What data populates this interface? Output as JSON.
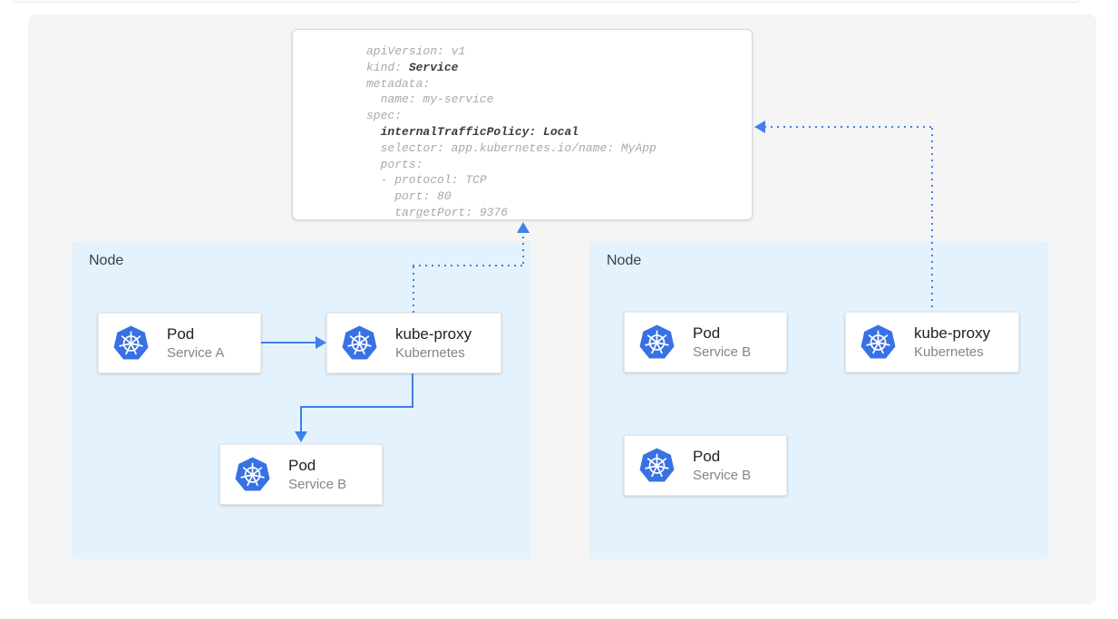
{
  "colors": {
    "accent_blue": "#4080e8",
    "kubernetes_blue": "#3871e3",
    "node_background": "#e3f2fd",
    "canvas_background": "#f5f5f5"
  },
  "code_card": {
    "lines": [
      [
        {
          "t": "apiVersion: v1",
          "b": false
        }
      ],
      [
        {
          "t": "kind: ",
          "b": false
        },
        {
          "t": "Service",
          "b": true
        }
      ],
      [
        {
          "t": "metadata:",
          "b": false
        }
      ],
      [
        {
          "t": "  name: my-service",
          "b": false
        }
      ],
      [
        {
          "t": "spec:",
          "b": false
        }
      ],
      [
        {
          "t": "  ",
          "b": false
        },
        {
          "t": "internalTrafficPolicy: Local",
          "b": true
        }
      ],
      [
        {
          "t": "  selector: app.kubernetes.io/name: MyApp",
          "b": false
        }
      ],
      [
        {
          "t": "  ports:",
          "b": false
        }
      ],
      [
        {
          "t": "  - protocol: TCP",
          "b": false
        }
      ],
      [
        {
          "t": "    port: 80",
          "b": false
        }
      ],
      [
        {
          "t": "    targetPort: 9376",
          "b": false
        }
      ]
    ]
  },
  "nodes": [
    {
      "label": "Node",
      "cards": [
        {
          "title": "Pod",
          "subtitle": "Service A"
        },
        {
          "title": "kube-proxy",
          "subtitle": "Kubernetes"
        },
        {
          "title": "Pod",
          "subtitle": "Service B"
        }
      ]
    },
    {
      "label": "Node",
      "cards": [
        {
          "title": "Pod",
          "subtitle": "Service B"
        },
        {
          "title": "kube-proxy",
          "subtitle": "Kubernetes"
        },
        {
          "title": "Pod",
          "subtitle": "Service B"
        }
      ]
    }
  ]
}
